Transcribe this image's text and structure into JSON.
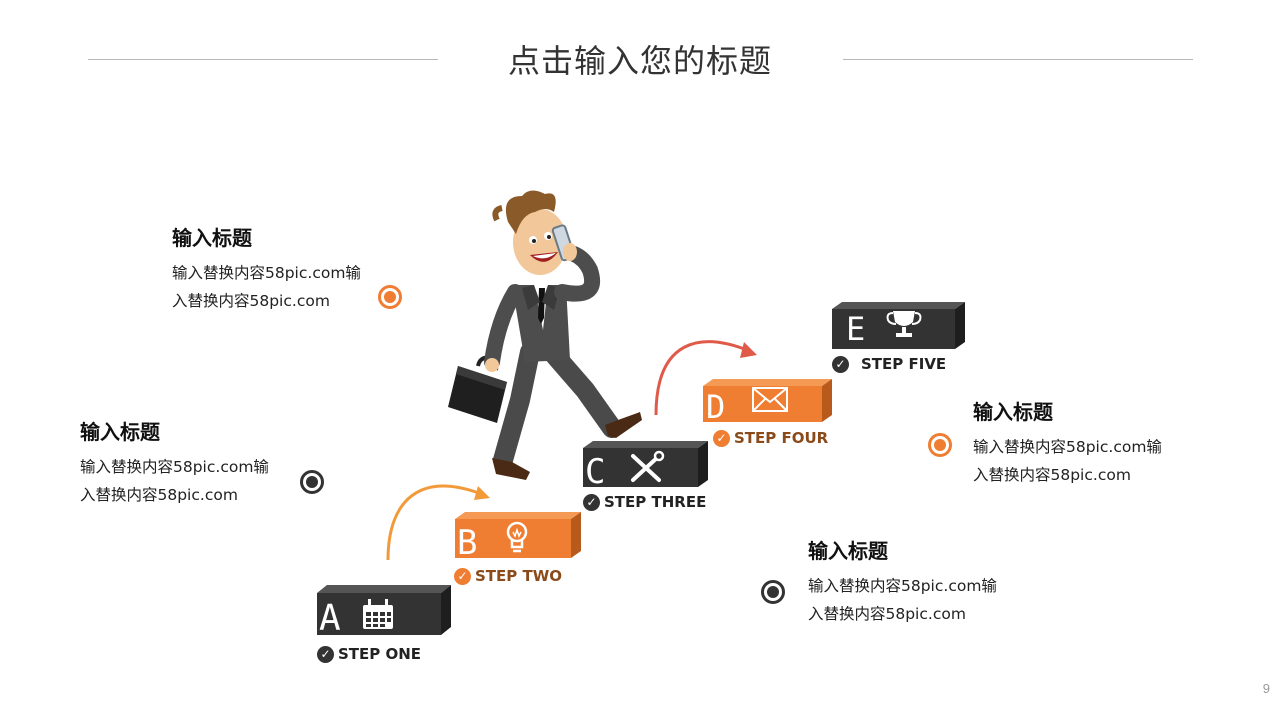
{
  "header": {
    "title": "点击输入您的标题"
  },
  "blocks": [
    {
      "heading": "输入标题",
      "text": "输入替换内容58pic.com输入替换内容58pic.com",
      "dot": "orange"
    },
    {
      "heading": "输入标题",
      "text": "输入替换内容58pic.com输入替换内容58pic.com",
      "dot": "dark"
    },
    {
      "heading": "输入标题",
      "text": "输入替换内容58pic.com输入替换内容58pic.com",
      "dot": "orange"
    },
    {
      "heading": "输入标题",
      "text": "输入替换内容58pic.com输入替换内容58pic.com",
      "dot": "dark"
    }
  ],
  "steps": [
    {
      "letter": "A",
      "icon": "calendar-icon",
      "label": "STEP ONE",
      "color": "#2f2f2f"
    },
    {
      "letter": "B",
      "icon": "lightbulb-icon",
      "label": "STEP TWO",
      "color": "#ef7d32"
    },
    {
      "letter": "C",
      "icon": "tools-icon",
      "label": "STEP THREE",
      "color": "#2f2f2f"
    },
    {
      "letter": "D",
      "icon": "envelope-icon",
      "label": "STEP FOUR",
      "color": "#ef7d32"
    },
    {
      "letter": "E",
      "icon": "trophy-icon",
      "label": "STEP FIVE",
      "color": "#2f2f2f"
    }
  ],
  "colors": {
    "orange": "#ef7d32",
    "dark": "#2f2f2f",
    "red_arrow": "#e05a4a",
    "step_label_orange": "#8a4a1a"
  },
  "page_number": "9"
}
